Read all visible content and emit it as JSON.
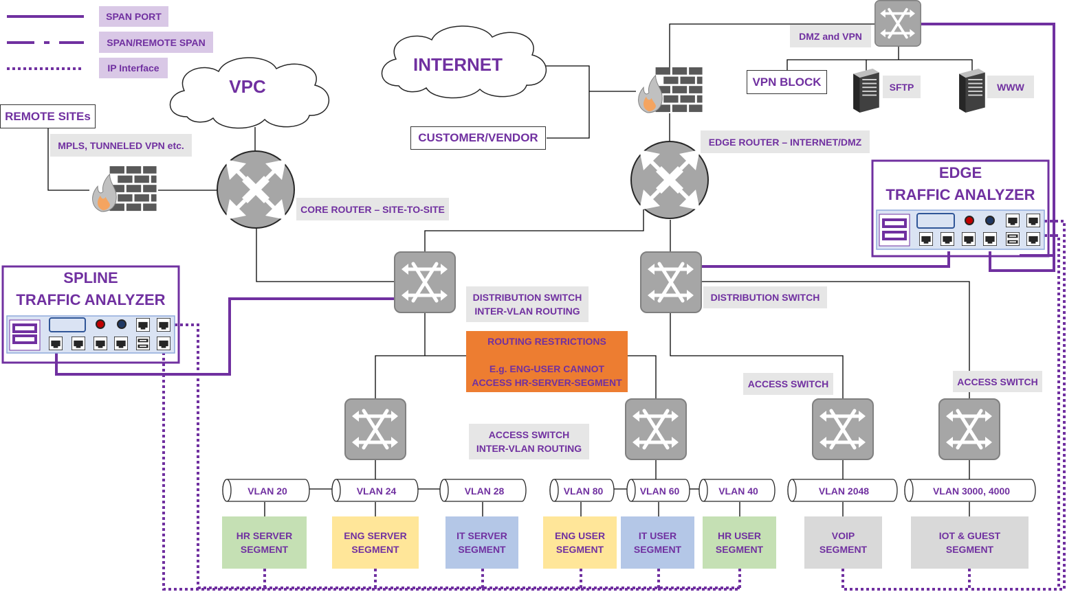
{
  "legend": {
    "span_port": "SPAN PORT",
    "span_remote": "SPAN/REMOTE SPAN",
    "ip_interface": "IP Interface"
  },
  "clouds": {
    "vpc": "VPC",
    "internet": "INTERNET"
  },
  "boxes": {
    "remote_sites": "REMOTE SITEs",
    "customer_vendor": "CUSTOMER/VENDOR",
    "vpn_block": "VPN BLOCK"
  },
  "labels": {
    "mpls": "MPLS, TUNNELED VPN etc.",
    "core_router": "CORE ROUTER – SITE-TO-SITE",
    "dmz_vpn": "DMZ and VPN",
    "sftp": "SFTP",
    "www": "WWW",
    "edge_router": "EDGE ROUTER – INTERNET/DMZ",
    "dist_switch_left": "DISTRIBUTION SWITCH\nINTER-VLAN ROUTING",
    "dist_switch_right": "DISTRIBUTION SWITCH",
    "access_switch_mid": "ACCESS SWITCH\nINTER-VLAN ROUTING",
    "access_switch_1": "ACCESS SWITCH",
    "access_switch_2": "ACCESS SWITCH",
    "routing_restrictions": "ROUTING RESTRICTIONS\n\nE.g. ENG-USER CANNOT\nACCESS HR-SERVER-SEGMENT"
  },
  "analyzers": {
    "spline": "SPLINE\nTRAFFIC ANALYZER",
    "edge": "EDGE\nTRAFFIC ANALYZER"
  },
  "vlans": [
    "VLAN 20",
    "VLAN 24",
    "VLAN 28",
    "VLAN 80",
    "VLAN 60",
    "VLAN 40",
    "VLAN 2048",
    "VLAN 3000, 4000"
  ],
  "segments": [
    {
      "label": "HR SERVER\nSEGMENT",
      "color": "#c5e0b4"
    },
    {
      "label": "ENG SERVER\nSEGMENT",
      "color": "#ffe699"
    },
    {
      "label": "IT SERVER\nSEGMENT",
      "color": "#b4c7e7"
    },
    {
      "label": "ENG USER\nSEGMENT",
      "color": "#ffe699"
    },
    {
      "label": "IT USER\nSEGMENT",
      "color": "#b4c7e7"
    },
    {
      "label": "HR USER\nSEGMENT",
      "color": "#c5e0b4"
    },
    {
      "label": "VOIP\nSEGMENT",
      "color": "#d9d9d9"
    },
    {
      "label": "IOT & GUEST\nSEGMENT",
      "color": "#d9d9d9"
    }
  ],
  "colors": {
    "accent": "#7030a0",
    "orange": "#ed7d31",
    "device": "#a6a6a6"
  }
}
